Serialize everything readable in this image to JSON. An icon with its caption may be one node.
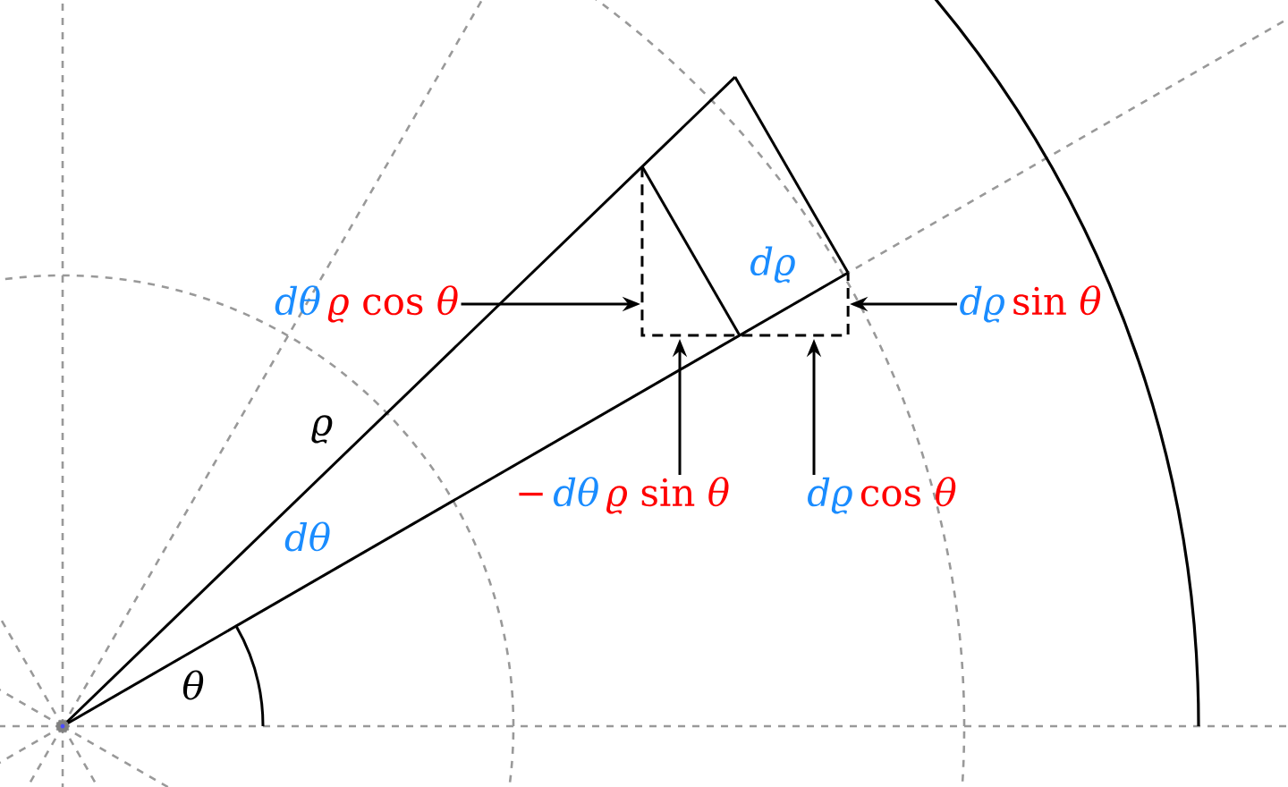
{
  "diagram": {
    "nodes": [
      {
        "text": [
          "dθ",
          "*ϱ* cos *θ*"
        ]
      },
      {
        "text": [
          "dϱ",
          "sin *θ*"
        ]
      },
      {
        "text": [
          "−",
          "dθ",
          "*ϱ* sin *θ*"
        ]
      },
      {
        "text": [
          "dϱ",
          "cos *θ*"
        ]
      }
    ],
    "edges": [
      {
        "from": 0,
        "to": null,
        "arrow": "to"
      },
      {
        "from": 1,
        "to": null,
        "arrow": "to"
      },
      {
        "from": 2,
        "to": null,
        "arrow": "to"
      },
      {
        "from": 3,
        "to": null,
        "arrow": "to"
      }
    ],
    "labels": [
      "dϱ",
      "ϱ",
      "dθ",
      "θ"
    ]
  }
}
